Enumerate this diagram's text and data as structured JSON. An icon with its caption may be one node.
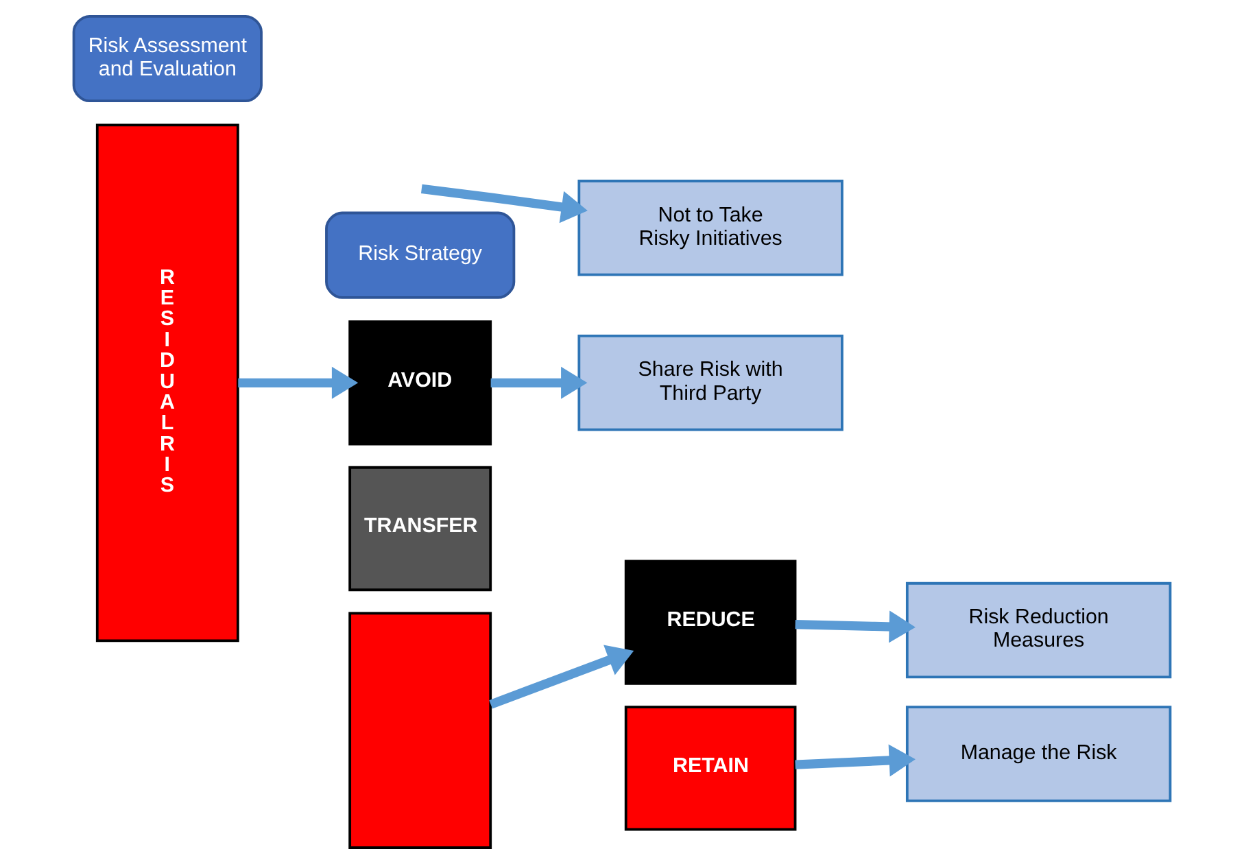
{
  "diagram": {
    "nodes": [
      {
        "text": [
          "Risk Assessment and Evaluation"
        ]
      },
      {
        "text": [
          "Risk Strategy"
        ]
      },
      {
        "text": [
          "R E S I D U A L R I S"
        ]
      },
      {
        "text": [
          "AVOID"
        ]
      },
      {
        "text": [
          "TRANSFER"
        ]
      },
      {
        "text": [],
        "shape": "bar"
      },
      {
        "text": [
          "Not to Take Risky Initiatives"
        ]
      },
      {
        "text": [
          "Share Risk with Third Party"
        ]
      },
      {
        "text": [
          "REDUCE"
        ]
      },
      {
        "text": [
          "RETAIN"
        ]
      },
      {
        "text": [
          "Risk Reduction Measures"
        ]
      },
      {
        "text": [
          "Manage the Risk"
        ]
      }
    ],
    "edges": [
      {
        "from": 2,
        "to": 3,
        "arrow": "to"
      },
      {
        "from": null,
        "to": 6,
        "arrow": "to"
      },
      {
        "from": 3,
        "to": 7,
        "arrow": "to"
      },
      {
        "from": 5,
        "to": 8,
        "arrow": "to"
      },
      {
        "from": 8,
        "to": 10,
        "arrow": "to"
      },
      {
        "from": 9,
        "to": 11,
        "arrow": "to"
      }
    ]
  }
}
